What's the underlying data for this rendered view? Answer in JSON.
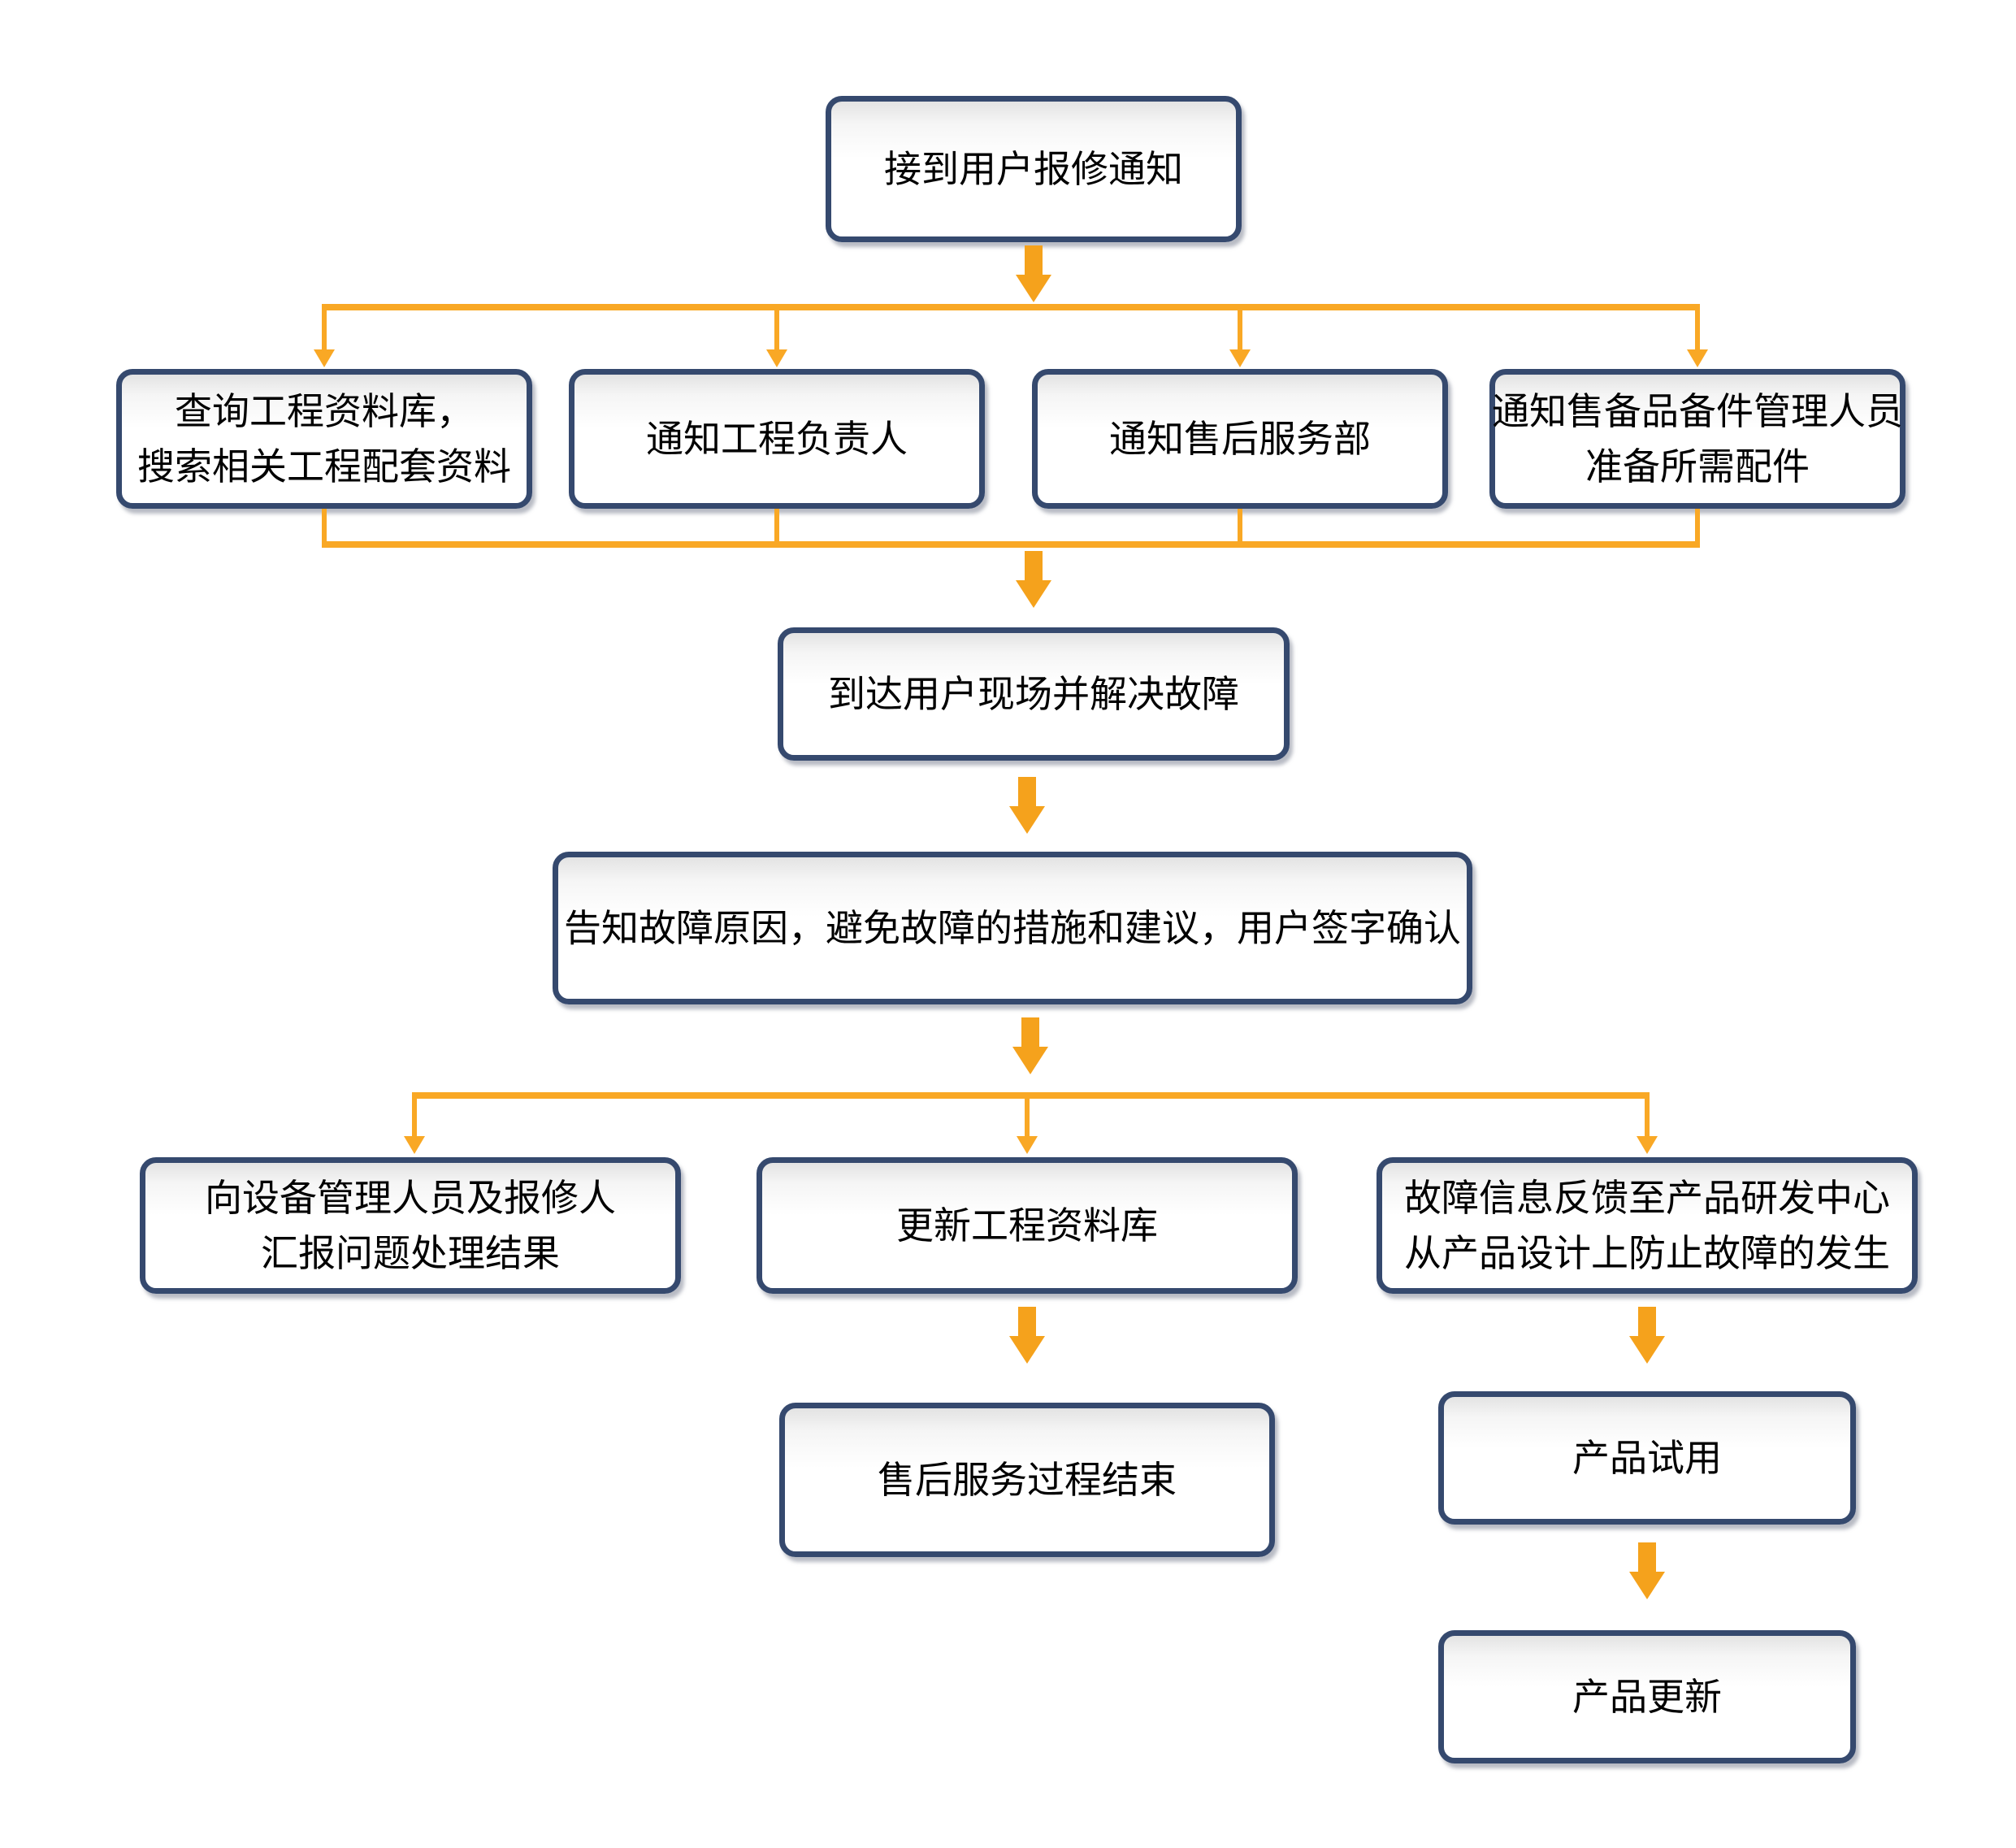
{
  "colors": {
    "box_border": "#35496E",
    "arrow_orange": "#F5A21C",
    "line_orange": "#F9A825",
    "text_color": "#000000",
    "bg": "#FFFFFF"
  },
  "flowchart": {
    "nodes": {
      "receive": {
        "lines": [
          "接到用户报修通知"
        ]
      },
      "query_db": {
        "lines": [
          "查询工程资料库，",
          "搜索相关工程配套资料"
        ]
      },
      "notify_engineer": {
        "lines": [
          "通知工程负责人"
        ]
      },
      "notify_aftersales": {
        "lines": [
          "通知售后服务部"
        ]
      },
      "notify_parts": {
        "lines": [
          "通知售备品备件管理人员",
          "准备所需配件"
        ]
      },
      "arrive_site": {
        "lines": [
          "到达用户现场并解决故障"
        ]
      },
      "inform_user": {
        "lines": [
          "告知故障原因，避免故障的措施和建议，用户签字确认"
        ]
      },
      "report_result": {
        "lines": [
          "向设备管理人员及报修人",
          "汇报问题处理结果"
        ]
      },
      "update_db": {
        "lines": [
          "更新工程资料库"
        ]
      },
      "feedback_rd": {
        "lines": [
          "故障信息反馈至产品研发中心",
          "从产品设计上防止故障的发生"
        ]
      },
      "service_end": {
        "lines": [
          "售后服务过程结束"
        ]
      },
      "product_trial": {
        "lines": [
          "产品试用"
        ]
      },
      "product_update": {
        "lines": [
          "产品更新"
        ]
      }
    }
  }
}
